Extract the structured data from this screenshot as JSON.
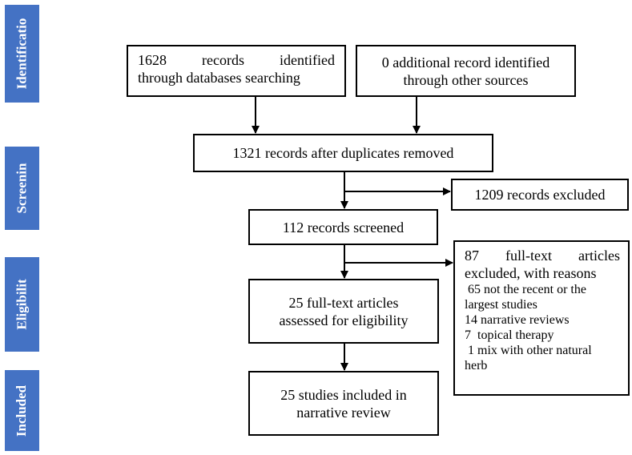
{
  "stages": {
    "identification": "Identificatio",
    "screening": "Screenin",
    "eligibility": "Eligibilit",
    "included": "Included"
  },
  "boxes": {
    "databases": {
      "line1": [
        "1628",
        "records",
        "identified"
      ],
      "line2": "through databases searching"
    },
    "other_sources": {
      "line1": "0 additional record identified",
      "line2": "through other sources"
    },
    "duplicates": "1321 records after duplicates removed",
    "excluded_records": "1209 records excluded",
    "screened": "112 records screened",
    "fulltext_excluded": {
      "line1": [
        "87",
        "full-text",
        "articles"
      ],
      "line2": "excluded, with reasons",
      "reasons": [
        " 65 not the recent or the",
        "largest studies",
        "14 narrative reviews",
        "7  topical therapy",
        " 1 mix with other natural",
        "herb"
      ]
    },
    "eligibility": {
      "line1": "25 full-text articles",
      "line2": "assessed for eligibility"
    },
    "included": {
      "line1": "25 studies included in",
      "line2": "narrative review"
    }
  }
}
